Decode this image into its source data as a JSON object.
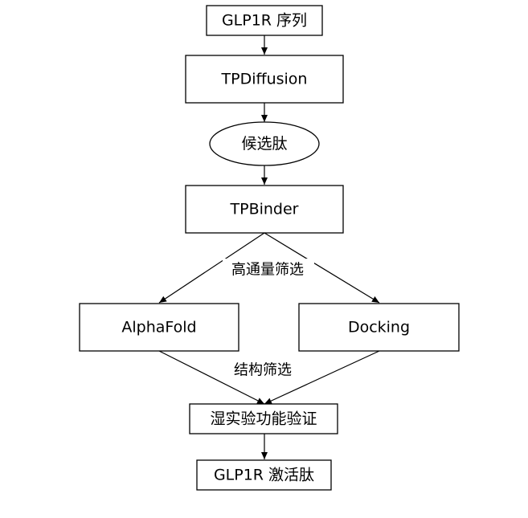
{
  "nodes": {
    "glp1r_sequence": "GLP1R 序列",
    "tpdiffusion": "TPDiffusion",
    "candidate_peptides": "候选肽",
    "tpbinder": "TPBinder",
    "alphafold": "AlphaFold",
    "docking": "Docking",
    "wet_lab": "湿实验功能验证",
    "glp1r_agonist": "GLP1R 激活肽"
  },
  "edge_labels": {
    "high_throughput": "高通量筛选",
    "structure_screen": "结构筛选"
  },
  "colors": {
    "stroke": "#000000",
    "fill": "#ffffff",
    "background": "#ffffff"
  }
}
